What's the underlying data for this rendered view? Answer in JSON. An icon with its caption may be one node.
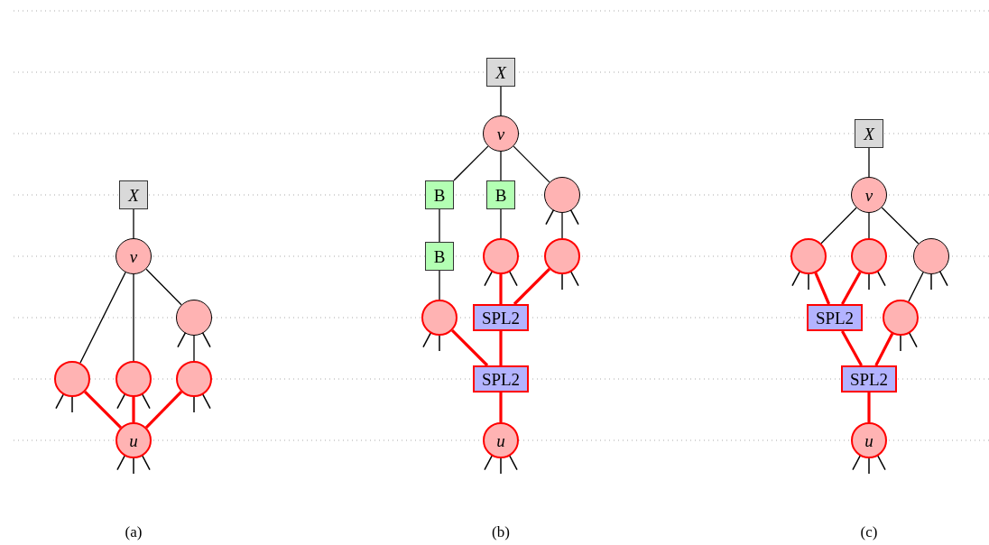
{
  "diagram": {
    "nodes": [
      {
        "text": [
          "X"
        ]
      },
      {
        "text": [
          "v"
        ]
      },
      {
        "text": [],
        "shape": "circle"
      },
      {
        "text": [],
        "shape": "circle"
      },
      {
        "text": [],
        "shape": "circle"
      },
      {
        "text": [],
        "shape": "circle"
      },
      {
        "text": [
          "u"
        ]
      },
      {
        "text": [
          "X"
        ]
      },
      {
        "text": [
          "v"
        ]
      },
      {
        "text": [
          "B"
        ]
      },
      {
        "text": [
          "B"
        ]
      },
      {
        "text": [],
        "shape": "circle"
      },
      {
        "text": [
          "B"
        ]
      },
      {
        "text": [],
        "shape": "circle"
      },
      {
        "text": [],
        "shape": "circle"
      },
      {
        "text": [],
        "shape": "circle"
      },
      {
        "text": [
          "SPL2"
        ]
      },
      {
        "text": [
          "SPL2"
        ]
      },
      {
        "text": [
          "u"
        ]
      },
      {
        "text": [
          "X"
        ]
      },
      {
        "text": [
          "v"
        ]
      },
      {
        "text": [],
        "shape": "circle"
      },
      {
        "text": [],
        "shape": "circle"
      },
      {
        "text": [],
        "shape": "circle"
      },
      {
        "text": [
          "SPL2"
        ]
      },
      {
        "text": [],
        "shape": "circle"
      },
      {
        "text": [
          "SPL2"
        ]
      },
      {
        "text": [
          "u"
        ]
      }
    ],
    "edges": [
      {
        "from": 0,
        "to": 1,
        "arrow": "none"
      },
      {
        "from": 1,
        "to": 3,
        "arrow": "none"
      },
      {
        "from": 1,
        "to": 4,
        "arrow": "none"
      },
      {
        "from": 1,
        "to": 2,
        "arrow": "none"
      },
      {
        "from": 2,
        "to": 5,
        "arrow": "none"
      },
      {
        "from": 3,
        "to": 6,
        "arrow": "none",
        "style": "thick",
        "color": "#ff0000"
      },
      {
        "from": 4,
        "to": 6,
        "arrow": "none",
        "style": "thick",
        "color": "#ff0000"
      },
      {
        "from": 5,
        "to": 6,
        "arrow": "none",
        "style": "thick",
        "color": "#ff0000"
      },
      {
        "from": 7,
        "to": 8,
        "arrow": "none"
      },
      {
        "from": 8,
        "to": 9,
        "arrow": "none"
      },
      {
        "from": 8,
        "to": 10,
        "arrow": "none"
      },
      {
        "from": 8,
        "to": 11,
        "arrow": "none"
      },
      {
        "from": 9,
        "to": 12,
        "arrow": "none"
      },
      {
        "from": 10,
        "to": 13,
        "arrow": "none"
      },
      {
        "from": 11,
        "to": 14,
        "arrow": "none"
      },
      {
        "from": 12,
        "to": 15,
        "arrow": "none"
      },
      {
        "from": 13,
        "to": 16,
        "arrow": "none",
        "style": "thick",
        "color": "#ff0000"
      },
      {
        "from": 14,
        "to": 16,
        "arrow": "none",
        "style": "thick",
        "color": "#ff0000"
      },
      {
        "from": 15,
        "to": 17,
        "arrow": "none",
        "style": "thick",
        "color": "#ff0000"
      },
      {
        "from": 16,
        "to": 17,
        "arrow": "none",
        "style": "thick",
        "color": "#ff0000"
      },
      {
        "from": 17,
        "to": 18,
        "arrow": "none",
        "style": "thick",
        "color": "#ff0000"
      },
      {
        "from": 19,
        "to": 20,
        "arrow": "none"
      },
      {
        "from": 20,
        "to": 21,
        "arrow": "none"
      },
      {
        "from": 20,
        "to": 22,
        "arrow": "none"
      },
      {
        "from": 20,
        "to": 23,
        "arrow": "none"
      },
      {
        "from": 23,
        "to": 25,
        "arrow": "none"
      },
      {
        "from": 21,
        "to": 24,
        "arrow": "none",
        "style": "thick",
        "color": "#ff0000"
      },
      {
        "from": 22,
        "to": 24,
        "arrow": "none",
        "style": "thick",
        "color": "#ff0000"
      },
      {
        "from": 24,
        "to": 26,
        "arrow": "none",
        "style": "thick",
        "color": "#ff0000"
      },
      {
        "from": 25,
        "to": 26,
        "arrow": "none",
        "style": "thick",
        "color": "#ff0000"
      },
      {
        "from": 26,
        "to": 27,
        "arrow": "none",
        "style": "thick",
        "color": "#ff0000"
      }
    ],
    "labels": [
      "(a)",
      "(b)",
      "(c)"
    ]
  }
}
